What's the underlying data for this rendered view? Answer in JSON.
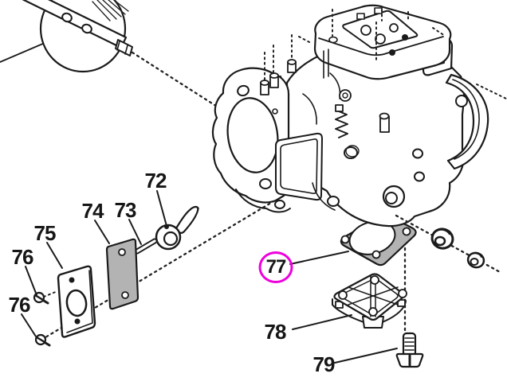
{
  "figure": {
    "title": "carburetor-exploded-parts-diagram",
    "background": "#ffffff",
    "line_color": "#1a1a1a",
    "part_fill_gray": "#b3b3b3",
    "highlight": {
      "label": "77",
      "color": "#ee00dd"
    }
  },
  "labels": [
    {
      "text": "72",
      "part": "throttle-lever-drawing"
    },
    {
      "text": "73",
      "part": "link-rod-drawing"
    },
    {
      "text": "74",
      "part": "gray-plate-drawing"
    },
    {
      "text": "75",
      "part": "cover-plate-drawing"
    },
    {
      "text": "76",
      "part": "screw-upper-drawing"
    },
    {
      "text": "76",
      "part": "screw-lower-drawing"
    },
    {
      "text": "77",
      "part": "gasket-drawing",
      "highlighted": true
    },
    {
      "text": "78",
      "part": "diaphragm-cover-drawing"
    },
    {
      "text": "79",
      "part": "bolt-drawing"
    }
  ]
}
